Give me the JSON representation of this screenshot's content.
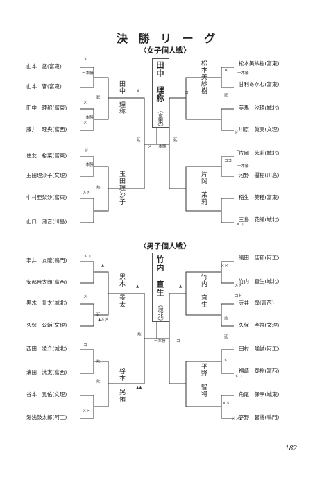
{
  "title": "決 勝 リ ー グ",
  "women": {
    "heading": "〈女子個人戦〉",
    "left": [
      {
        "name": "山本　悠(富東)"
      },
      {
        "name": "山本　響(富東)"
      },
      {
        "name": "田中　理称(富東)"
      },
      {
        "name": "藤井　理央(富西)"
      },
      {
        "name": "住友　裕菜(富東)"
      },
      {
        "name": "玉田理沙子(文理)"
      },
      {
        "name": "中村亜梨沙(富東)"
      },
      {
        "name": "山口　瀬音(川島)"
      }
    ],
    "right": [
      {
        "name": "松本美紗樹(富東)"
      },
      {
        "name": "甘利あかね(富東)"
      },
      {
        "name": "美馬　汐理(城北)"
      },
      {
        "name": "川原　眞実(文理)"
      },
      {
        "name": "片岡　茉莉(城北)"
      },
      {
        "name": "河野　優樹(川島)"
      },
      {
        "name": "稲生　美穂(富東)"
      },
      {
        "name": "三島　花織(城北)"
      }
    ],
    "semi_left": [
      "田中　理称",
      "玉田理沙子"
    ],
    "semi_right": [
      "松本美紗樹",
      "片岡　茉莉"
    ],
    "champion": "田中　理称",
    "champion_school": "（富東）"
  },
  "men": {
    "heading": "〈男子個人戦〉",
    "left": [
      {
        "name": "宇井　友隆(鳴門)"
      },
      {
        "name": "安部晋太朗(富西)"
      },
      {
        "name": "黒木　景太(城北)"
      },
      {
        "name": "久保　公輔(文理)"
      },
      {
        "name": "西田　凌介(城北)"
      },
      {
        "name": "濱田　洸太(富西)"
      },
      {
        "name": "谷本　晃佑(文理)"
      },
      {
        "name": "湯浅鼓太郎(阿工)"
      }
    ],
    "right": [
      {
        "name": "織田　佳郁(阿工)"
      },
      {
        "name": "竹内　直生(城北)"
      },
      {
        "name": "寺井　惇(富西)"
      },
      {
        "name": "久保　孝祥(文理)"
      },
      {
        "name": "田村　隆誠(阿工)"
      },
      {
        "name": "福崎　泰樹(富西)"
      },
      {
        "name": "角尾　保孝(城東)"
      },
      {
        "name": "平野　智将(鳴門)"
      }
    ],
    "semi_left": [
      "黒木　景太",
      "谷本　晃佑"
    ],
    "semi_right": [
      "竹内　直生",
      "平野　智将"
    ],
    "champion": "竹内　直生",
    "champion_school": "（城北）"
  },
  "marks": {
    "ippon": "一本勝",
    "en": "延",
    "me": "メ",
    "ko": "コ",
    "do": "ド",
    "meme": "メメ",
    "meko": "メコ",
    "koko": "ココ",
    "kodo": "コド",
    "tri": "▲",
    "tritri": "▲▲",
    "memetri": "メメ▲",
    "mekotri": "メコ▲",
    "tribme": "▲メメ"
  },
  "page_number": "182"
}
